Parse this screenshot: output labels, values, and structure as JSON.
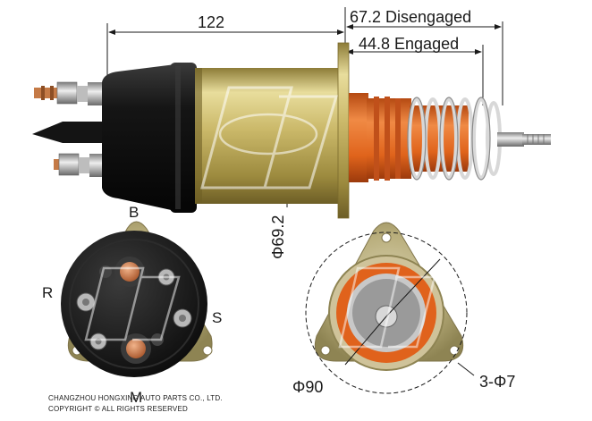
{
  "dimensions": {
    "length": "122",
    "disengaged": "67.2 Disengaged",
    "engaged": "44.8 Engaged",
    "body_diameter": "Φ69.2",
    "flange_diameter": "Φ90",
    "mount_holes": "3-Φ7"
  },
  "terminals": {
    "b": "B",
    "r": "R",
    "s": "S",
    "m": "M"
  },
  "footer": {
    "company": "CHANGZHOU HONGXING AUTO PARTS CO., LTD.",
    "copyright": "COPYRIGHT © ALL RIGHTS RESERVED"
  },
  "colors": {
    "body_brass": "#c9b567",
    "cap_black": "#1c1c1c",
    "plunger_orange": "#e8661c",
    "spring_silver": "#c8c8c8",
    "copper_stud": "#c8764a"
  },
  "icons": [
    "watermark-logo-icon"
  ]
}
